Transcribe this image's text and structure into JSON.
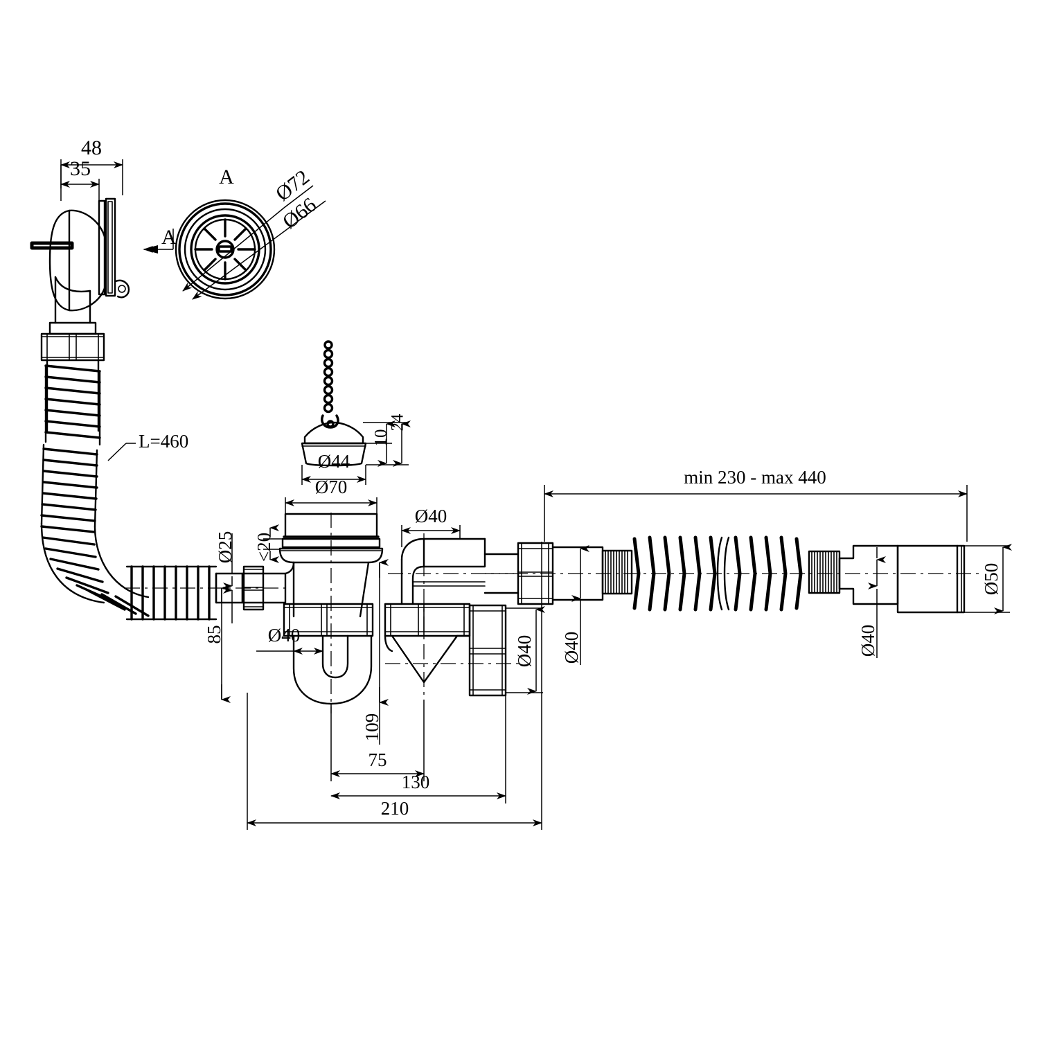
{
  "drawing": {
    "title": "Bath overflow and trap assembly technical drawing",
    "background_color": "#ffffff",
    "line_color": "#000000",
    "units": "mm"
  },
  "section_marks": {
    "view_label": "A",
    "detail_label": "A"
  },
  "dimensions": {
    "overflow_depth_total": "48",
    "overflow_depth_inner": "35",
    "cover_outer_dia": "Ø72",
    "cover_inner_dia": "Ø66",
    "hose_length": "L=460",
    "plug_dia": "Ø44",
    "plug_height_lower": "10",
    "plug_height_total": "24",
    "hose_end_dia": "Ø25",
    "strainer_flange_dia": "Ø70",
    "strainer_flange_thickness": "<20",
    "trap_inlet_dia": "Ø40",
    "trap_elbow_dia": "Ø40",
    "trap_cleanout_dia": "Ø40",
    "trap_outlet_dia": "Ø40",
    "corrugated_end_dia": "Ø40",
    "outlet_socket_dia": "Ø50",
    "extension_range": "min 230 - max 440",
    "inlet_height": "85",
    "trap_depth": "109",
    "dist_75": "75",
    "dist_130": "130",
    "dist_210": "210"
  },
  "labels": [
    {
      "id": "d48",
      "text": "48"
    },
    {
      "id": "d35",
      "text": "35"
    },
    {
      "id": "dA1",
      "text": "A"
    },
    {
      "id": "dA2",
      "text": "A"
    },
    {
      "id": "d72",
      "text": "Ø72"
    },
    {
      "id": "d66",
      "text": "Ø66"
    },
    {
      "id": "dL460",
      "text": "L=460"
    },
    {
      "id": "d44",
      "text": "Ø44"
    },
    {
      "id": "d10",
      "text": "10"
    },
    {
      "id": "d24",
      "text": "24"
    },
    {
      "id": "d25",
      "text": "Ø25"
    },
    {
      "id": "d70",
      "text": "Ø70"
    },
    {
      "id": "d20",
      "text": "<20"
    },
    {
      "id": "d40a",
      "text": "Ø40"
    },
    {
      "id": "d40b",
      "text": "Ø40"
    },
    {
      "id": "d40c",
      "text": "Ø40"
    },
    {
      "id": "d40d",
      "text": "Ø40"
    },
    {
      "id": "d40e",
      "text": "Ø40"
    },
    {
      "id": "d50",
      "text": "Ø50"
    },
    {
      "id": "dminmax",
      "text": "min 230 - max 440"
    },
    {
      "id": "d85",
      "text": "85"
    },
    {
      "id": "d109",
      "text": "109"
    },
    {
      "id": "d75",
      "text": "75"
    },
    {
      "id": "d130",
      "text": "130"
    },
    {
      "id": "d210",
      "text": "210"
    }
  ]
}
